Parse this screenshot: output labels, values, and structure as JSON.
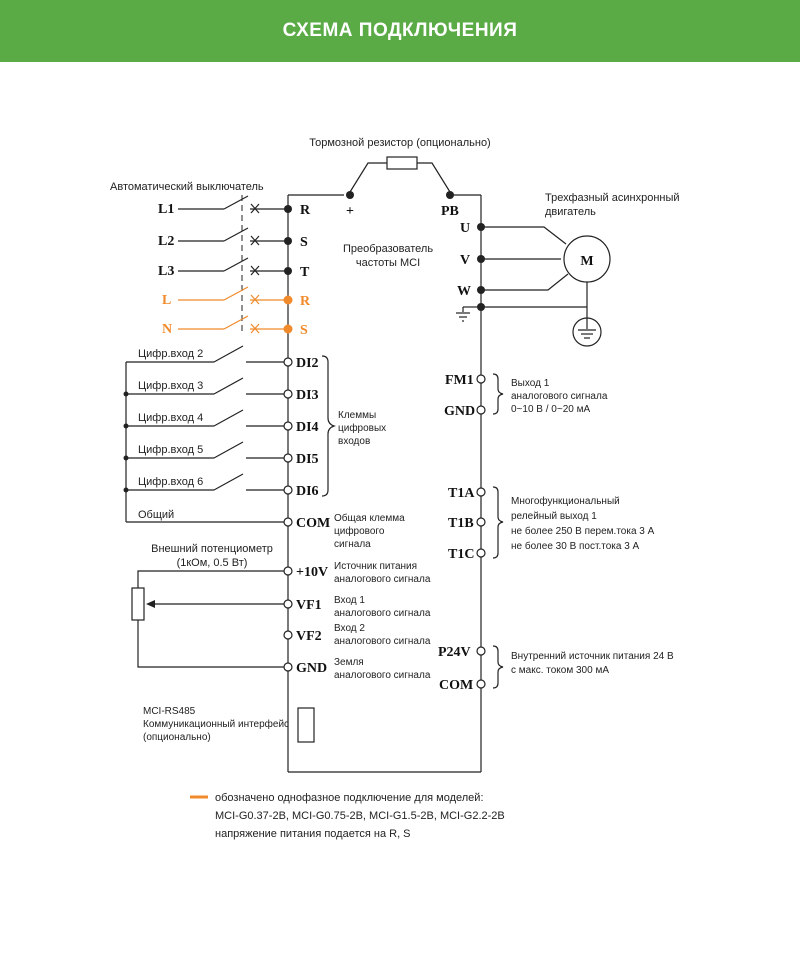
{
  "header": {
    "title": "СХЕМА ПОДКЛЮЧЕНИЯ"
  },
  "colors": {
    "header_bg": "#5aaa46",
    "single_phase": "#f08a2a",
    "wire": "#222222"
  },
  "labels": {
    "brake_resistor": "Тормозной резистор (опционально)",
    "breaker": "Автоматический выключатель",
    "converter_line1": "Преобразователь",
    "converter_line2": "частоты MCI",
    "motor_line1": "Трехфазный асинхронный",
    "motor_line2": "двигатель",
    "motor_symbol": "M",
    "plus": "+",
    "pb": "PB",
    "common": "Общий",
    "terminals_line1": "Клеммы",
    "terminals_line2": "цифровых",
    "terminals_line3": "входов",
    "com_desc_line1": "Общая клемма",
    "com_desc_line2": "цифрового",
    "com_desc_line3": "сигнала",
    "pot_line1": "Внешний потенциометр",
    "pot_line2": "(1кОм, 0.5 Вт)",
    "v10_desc_line1": "Источник питания",
    "v10_desc_line2": "аналогового сигнала",
    "vf1_desc_line1": "Вход 1",
    "vf1_desc_line2": "аналогового сигнала",
    "vf2_desc_line1": "Вход 2",
    "vf2_desc_line2": "аналогового сигнала",
    "gnd_desc_line1": "Земля",
    "gnd_desc_line2": "аналогового сигнала",
    "rs485_line1": "MCI-RS485",
    "rs485_line2": "Коммуникационный интерфейс",
    "rs485_line3": "(опционально)",
    "out1_line1": "Выход 1",
    "out1_line2": "аналогового сигнала",
    "out1_line3": "0~10 В / 0~20 мА",
    "relay_line1": "Многофункциональный",
    "relay_line2": "релейный выход 1",
    "relay_line3": "не более 250 В перем.тока 3 А",
    "relay_line4": "не более 30 В пост.тока 3 А",
    "p24_line1": "Внутренний источник питания 24 В",
    "p24_line2": "с макс. током 300 мА"
  },
  "inputs": {
    "l1": "L1",
    "l2": "L2",
    "l3": "L3",
    "l": "L",
    "n": "N",
    "di2": "Цифр.вход 2",
    "di3": "Цифр.вход 3",
    "di4": "Цифр.вход 4",
    "di5": "Цифр.вход 5",
    "di6": "Цифр.вход 6"
  },
  "terminals_left": {
    "r": "R",
    "s": "S",
    "t": "T",
    "r2": "R",
    "s2": "S",
    "di2": "DI2",
    "di3": "DI3",
    "di4": "DI4",
    "di5": "DI5",
    "di6": "DI6",
    "com": "COM",
    "v10": "+10V",
    "vf1": "VF1",
    "vf2": "VF2",
    "gnd": "GND"
  },
  "terminals_right": {
    "u": "U",
    "v": "V",
    "w": "W",
    "fm1": "FM1",
    "gnd": "GND",
    "t1a": "T1A",
    "t1b": "T1B",
    "t1c": "T1C",
    "p24v": "P24V",
    "com": "COM"
  },
  "legend": {
    "line1": "обозначено однофазное подключение для моделей:",
    "line2": "MCI-G0.37-2B,  MCI-G0.75-2B, MCI-G1.5-2B, MCI-G2.2-2B",
    "line3": "напряжение питания подается на R, S"
  }
}
